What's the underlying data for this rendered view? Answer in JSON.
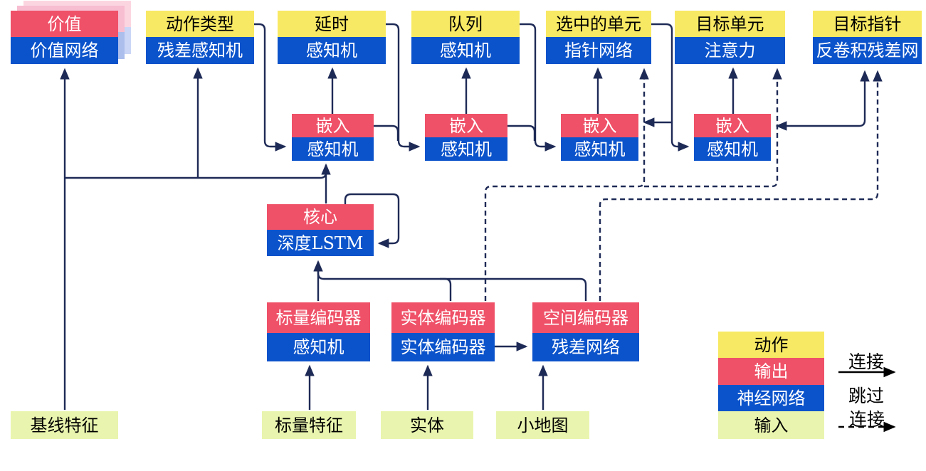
{
  "title": "AlphaStar-style agent architecture diagram (Chinese)",
  "palette": {
    "action_yellow": "#F8E964",
    "output_red": "#EF5168",
    "network_blue": "#0B53CB",
    "input_green": "#E9F5AE",
    "connector_navy": "#1E2A56",
    "legend_black": "#000000",
    "value_shadow_pink": "#F7BDD0",
    "value_shadow_periwinkle": "#ACBEEC"
  },
  "blocks": {
    "value": {
      "top": "价值",
      "bottom": "价值网络"
    },
    "action_type": {
      "top": "动作类型",
      "bottom": "残差感知机"
    },
    "delay": {
      "top": "延时",
      "bottom": "感知机"
    },
    "queue": {
      "top": "队列",
      "bottom": "感知机"
    },
    "selected_units": {
      "top": "选中的单元",
      "bottom": "指针网络"
    },
    "target_unit": {
      "top": "目标单元",
      "bottom": "注意力"
    },
    "target_pointer": {
      "top": "目标指针",
      "bottom": "反卷积残差网"
    },
    "embed1": {
      "top": "嵌入",
      "bottom": "感知机"
    },
    "embed2": {
      "top": "嵌入",
      "bottom": "感知机"
    },
    "embed3": {
      "top": "嵌入",
      "bottom": "感知机"
    },
    "embed4": {
      "top": "嵌入",
      "bottom": "感知机"
    },
    "core": {
      "top": "核心",
      "bottom": "深度LSTM"
    },
    "scalar_encoder": {
      "top": "标量编码器",
      "bottom": "感知机"
    },
    "entity_encoder": {
      "top": "实体编码器",
      "bottom": "实体编码器"
    },
    "spatial_encoder": {
      "top": "空间编码器",
      "bottom": "残差网络"
    },
    "baseline_features": {
      "label": "基线特征"
    },
    "scalar_features": {
      "label": "标量特征"
    },
    "entities": {
      "label": "实体"
    },
    "minimap": {
      "label": "小地图"
    }
  },
  "legend": {
    "action": "动作",
    "output": "输出",
    "neural_network": "神经网络",
    "input": "输入",
    "solid_connection": "连接",
    "skip_connection_line1": "跳过",
    "skip_connection_line2": "连接"
  }
}
